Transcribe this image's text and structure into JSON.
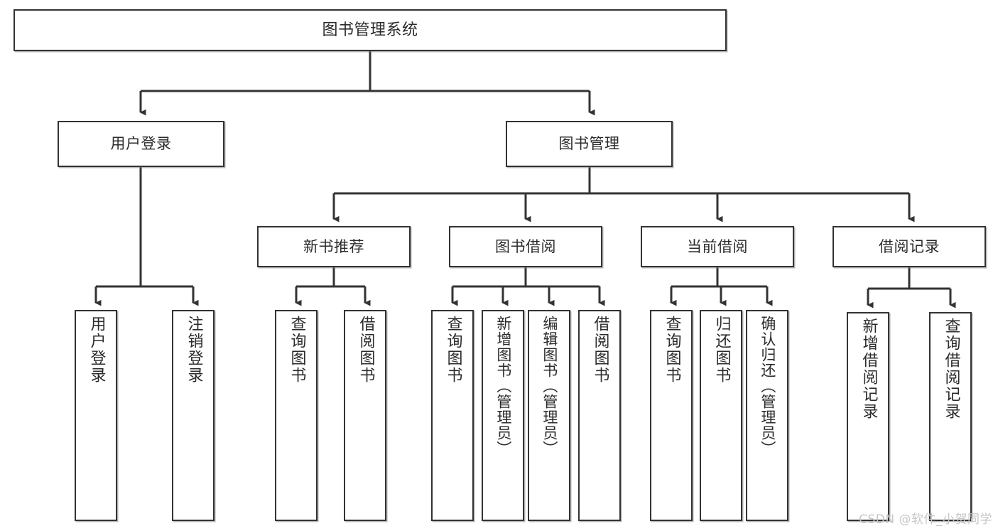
{
  "diagram": {
    "title": "图书管理系统",
    "watermark": "CSDN @软件_小贺同学",
    "line_color": "#333333",
    "box_fill": "#ffffff",
    "text_color": "#2b2b2b",
    "levels": {
      "root": "图书管理系统",
      "level2": [
        "用户登录",
        "图书管理"
      ],
      "level3": [
        "新书推荐",
        "图书借阅",
        "当前借阅",
        "借阅记录"
      ]
    },
    "nodes": {
      "root": {
        "label": "图书管理系统"
      },
      "user_login": {
        "label": "用户登录"
      },
      "book_manage": {
        "label": "图书管理"
      },
      "new_book_rec": {
        "label": "新书推荐"
      },
      "book_borrow": {
        "label": "图书借阅"
      },
      "current_borrow": {
        "label": "当前借阅"
      },
      "borrow_record": {
        "label": "借阅记录"
      },
      "leaf_user_login": {
        "label": "用户登录"
      },
      "leaf_logout": {
        "label": "注销登录"
      },
      "leaf_query_book_1": {
        "label": "查询图书"
      },
      "leaf_borrow_book_1": {
        "label": "借阅图书"
      },
      "leaf_query_book_2": {
        "label": "查询图书"
      },
      "leaf_add_book": {
        "label": "新增图书（管理员）"
      },
      "leaf_edit_book": {
        "label": "编辑图书（管理员）"
      },
      "leaf_borrow_book_2": {
        "label": "借阅图书"
      },
      "leaf_query_book_3": {
        "label": "查询图书"
      },
      "leaf_return_book": {
        "label": "归还图书"
      },
      "leaf_confirm_return": {
        "label": "确认归还（管理员）"
      },
      "leaf_add_record": {
        "label": "新增借阅记录"
      },
      "leaf_query_record": {
        "label": "查询借阅记录"
      }
    }
  }
}
